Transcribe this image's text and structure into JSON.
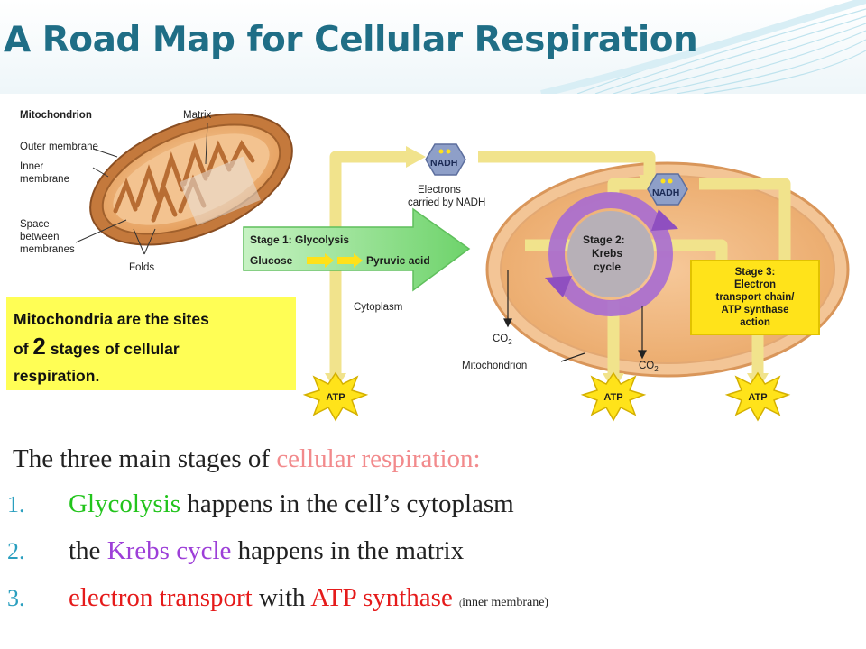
{
  "title": "A Road Map for Cellular Respiration",
  "diagram": {
    "mito_title": "Mitochondrion",
    "matrix": "Matrix",
    "outer_membrane": "Outer membrane",
    "inner_membrane_1": "Inner",
    "inner_membrane_2": "membrane",
    "space_1": "Space",
    "space_2": "between",
    "space_3": "membranes",
    "folds": "Folds",
    "nadh_1": "NADH",
    "nadh_2": "NADH",
    "electrons_1": "Electrons",
    "electrons_2": "carried by NADH",
    "stage1_title": "Stage 1: Glycolysis",
    "glucose": "Glucose",
    "pyruvic": "Pyruvic acid",
    "cytoplasm": "Cytoplasm",
    "stage2_1": "Stage 2:",
    "stage2_2": "Krebs",
    "stage2_3": "cycle",
    "stage3_1": "Stage 3:",
    "stage3_2": "Electron",
    "stage3_3": "transport chain/",
    "stage3_4": "ATP synthase",
    "stage3_5": "action",
    "co2_a": "CO",
    "co2_a_sub": "2",
    "co2_b": "CO",
    "co2_b_sub": "2",
    "mitochondrion_label": "Mitochondrion",
    "atp_1": "ATP",
    "atp_2": "ATP",
    "atp_3": "ATP",
    "colors": {
      "cytoplasm_arrow": "#8ddf8c",
      "stage3_box": "#ffe31a",
      "mito_body": "#f0b97f",
      "krebs": "#a76bd2",
      "nadh_hex": "#8e9fc8"
    }
  },
  "callout": {
    "line1": "Mitochondria are the sites",
    "line2_pre": "of ",
    "line2_num": "2",
    "line2_post": " stages of cellular",
    "line3": "respiration."
  },
  "text": {
    "intro_pre": "The three main stages of ",
    "intro_hl": "cellular respiration:",
    "items": [
      {
        "num": "1.",
        "hl": "Glycolysis",
        "rest": " happens in the cell’s cytoplasm"
      },
      {
        "num": "2.",
        "pre": "the ",
        "hl": "Krebs cycle",
        "rest": " happens in the matrix"
      },
      {
        "num": "3.",
        "hl1": "electron transport",
        "mid": " with ",
        "hl2": "ATP synthase",
        "small_open": "(",
        "small_rest": "inner membrane)"
      }
    ]
  }
}
